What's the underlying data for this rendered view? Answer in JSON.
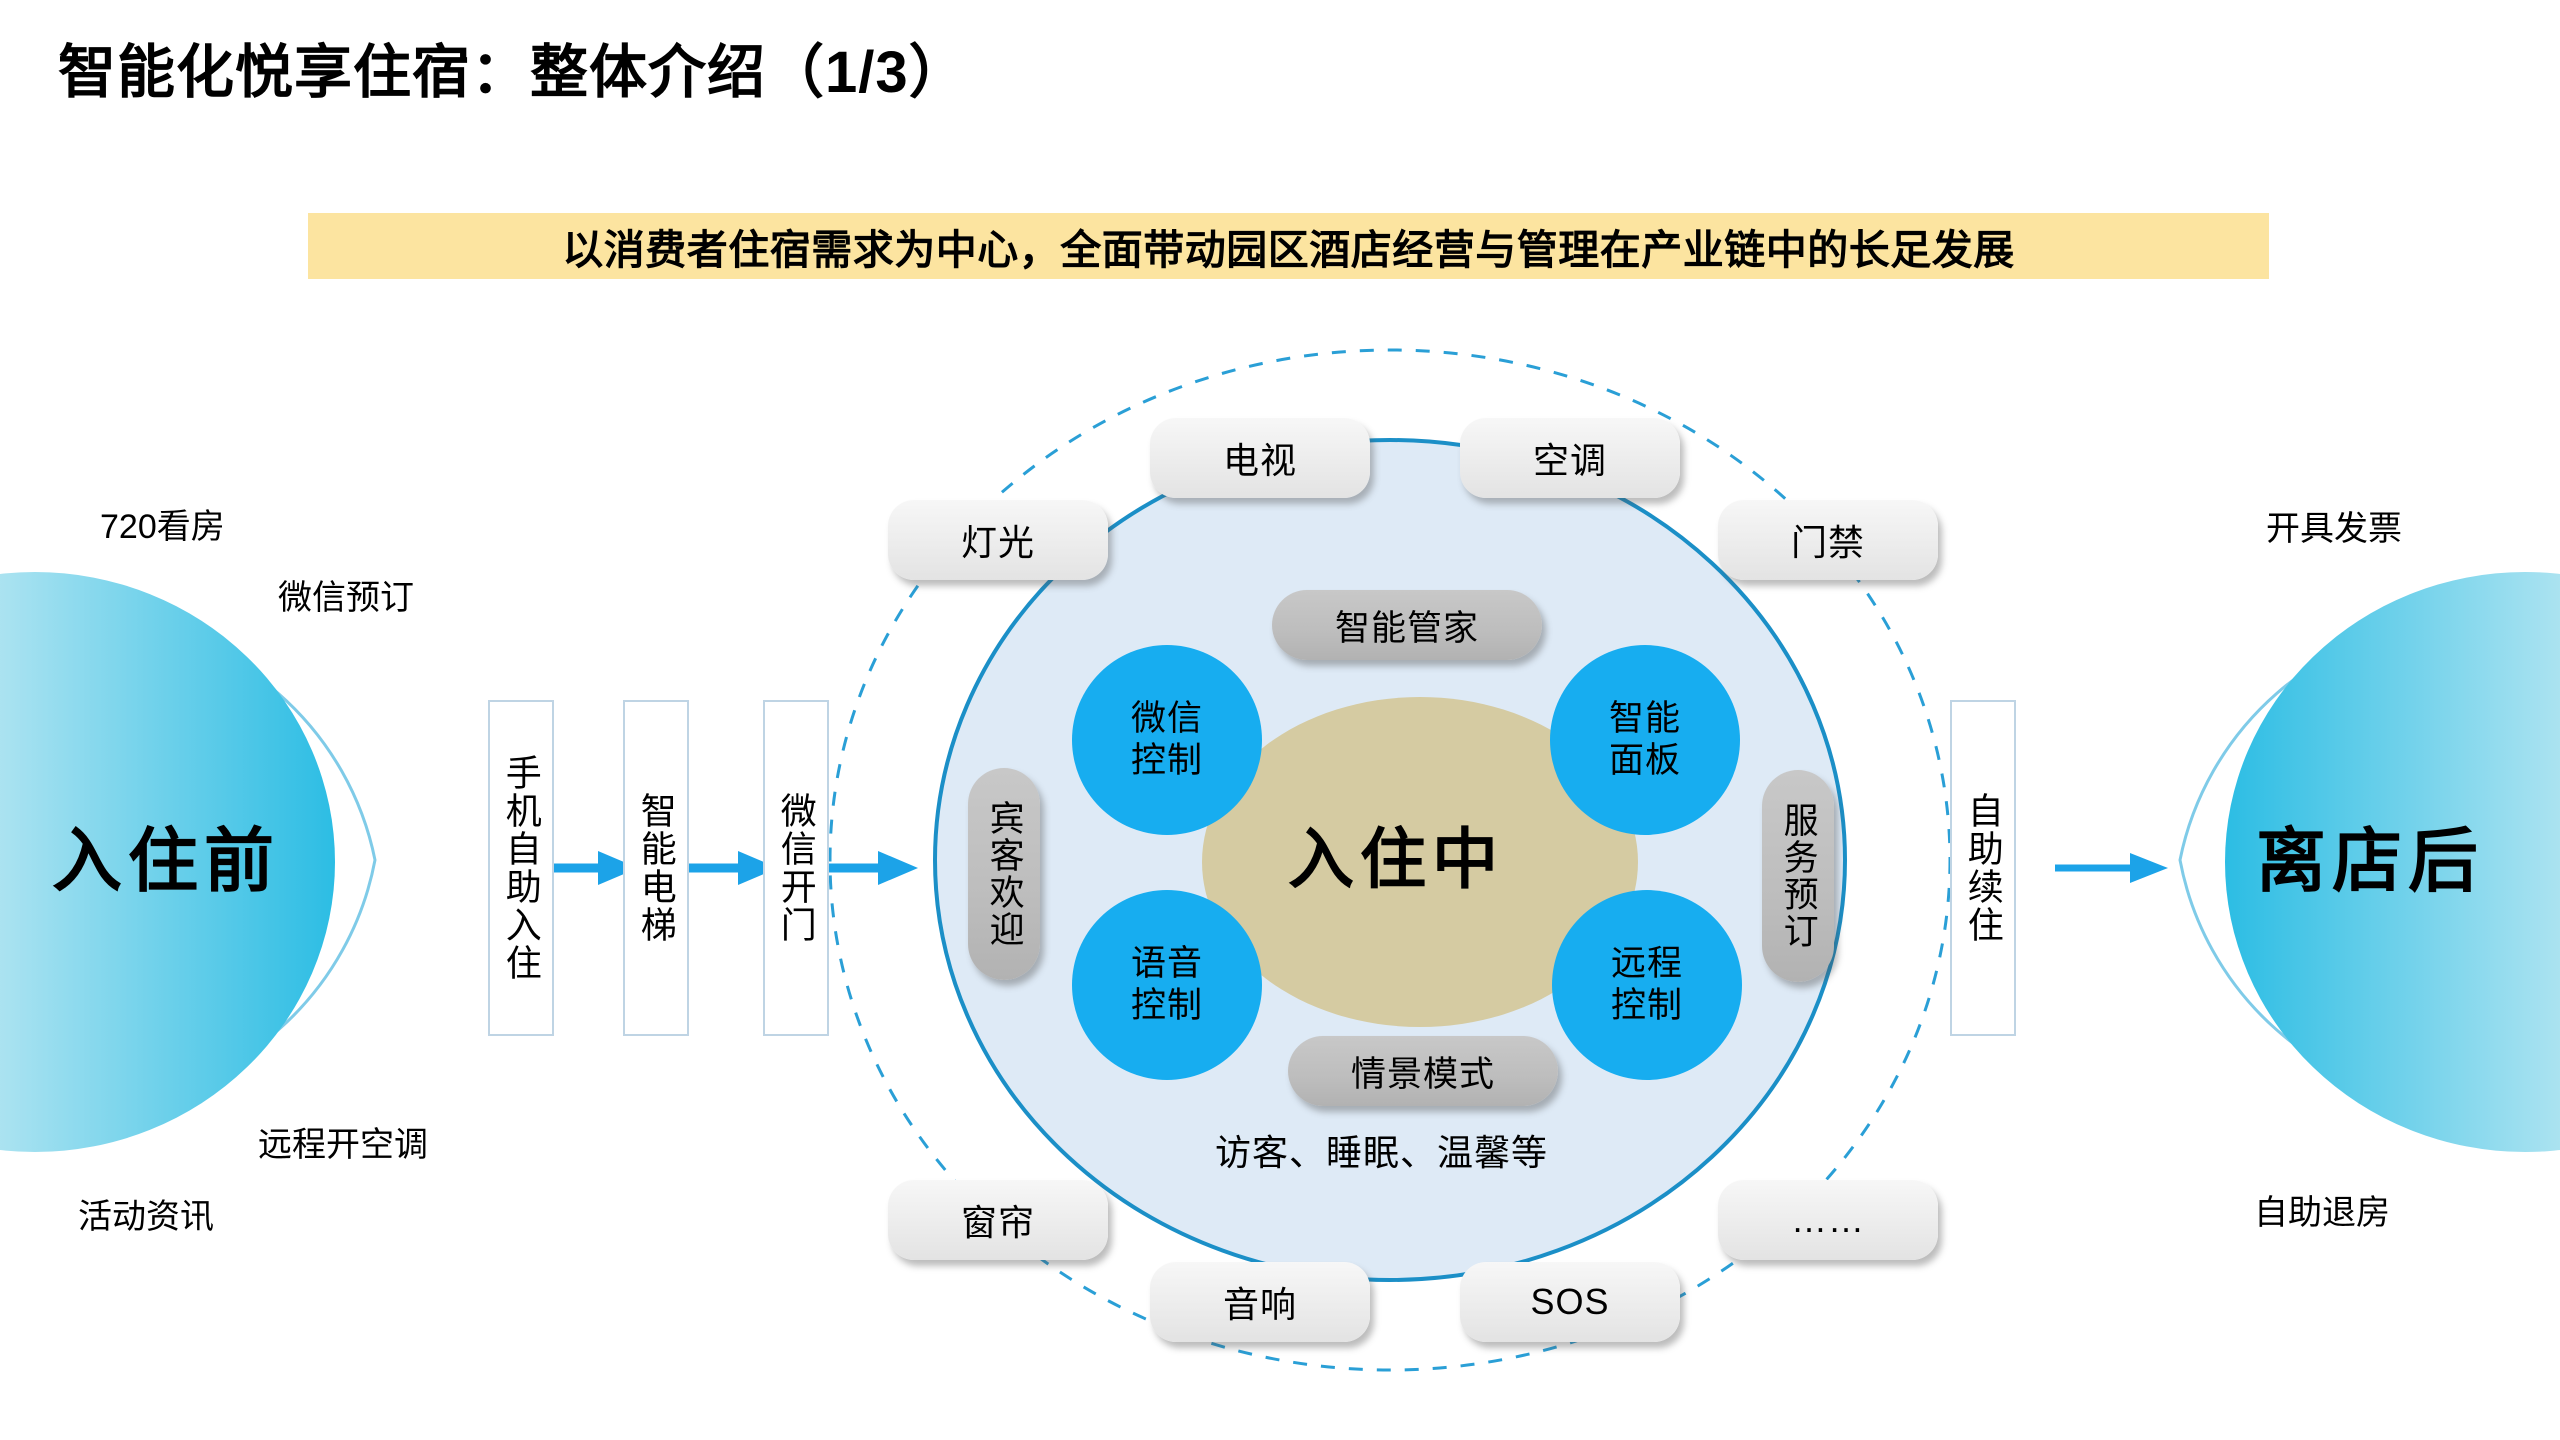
{
  "slide": {
    "title": "智能化悦享住宿：整体介绍（1/3）",
    "banner": "以消费者住宿需求为中心，全面带动园区酒店经营与管理在产业链中的长足发展"
  },
  "colors": {
    "banner_bg": "#FCE4A0",
    "accent_blue": "#17ADF0",
    "arrow_blue": "#1CA3E8",
    "core_beige": "#D5CBA2",
    "inner_ellipse": "#DEEAF6",
    "gray_pill": "#BDBDBD",
    "device_pill": "#ECECEC",
    "box_border": "#BFD4E4"
  },
  "stages": {
    "before": {
      "title": "入住前",
      "labels": [
        "720看房",
        "微信预订",
        "远程开空调",
        "活动资讯"
      ]
    },
    "during": {
      "title": "入住中"
    },
    "after": {
      "title": "离店后",
      "labels": [
        "开具发票",
        "自助退房"
      ]
    }
  },
  "flow_boxes": [
    {
      "label": "手机自助入住"
    },
    {
      "label": "智能电梯"
    },
    {
      "label": "微信开门"
    },
    {
      "label": "自助续住"
    }
  ],
  "inner_gray_pills": {
    "top": "智能管家",
    "bottom": "情景模式",
    "left": "宾客欢迎",
    "right": "服务预订"
  },
  "scene_note": "访客、睡眠、温馨等",
  "feature_circles": [
    {
      "id": "wechat-control",
      "label": "微信\n控制"
    },
    {
      "id": "smart-panel",
      "label": "智能\n面板"
    },
    {
      "id": "voice-control",
      "label": "语音\n控制"
    },
    {
      "id": "remote-control",
      "label": "远程\n控制"
    }
  ],
  "device_pills": [
    {
      "id": "light",
      "label": "灯光"
    },
    {
      "id": "tv",
      "label": "电视"
    },
    {
      "id": "aircon",
      "label": "空调"
    },
    {
      "id": "access",
      "label": "门禁"
    },
    {
      "id": "curtain",
      "label": "窗帘"
    },
    {
      "id": "speaker",
      "label": "音响"
    },
    {
      "id": "sos",
      "label": "SOS"
    },
    {
      "id": "more",
      "label": "……"
    }
  ]
}
